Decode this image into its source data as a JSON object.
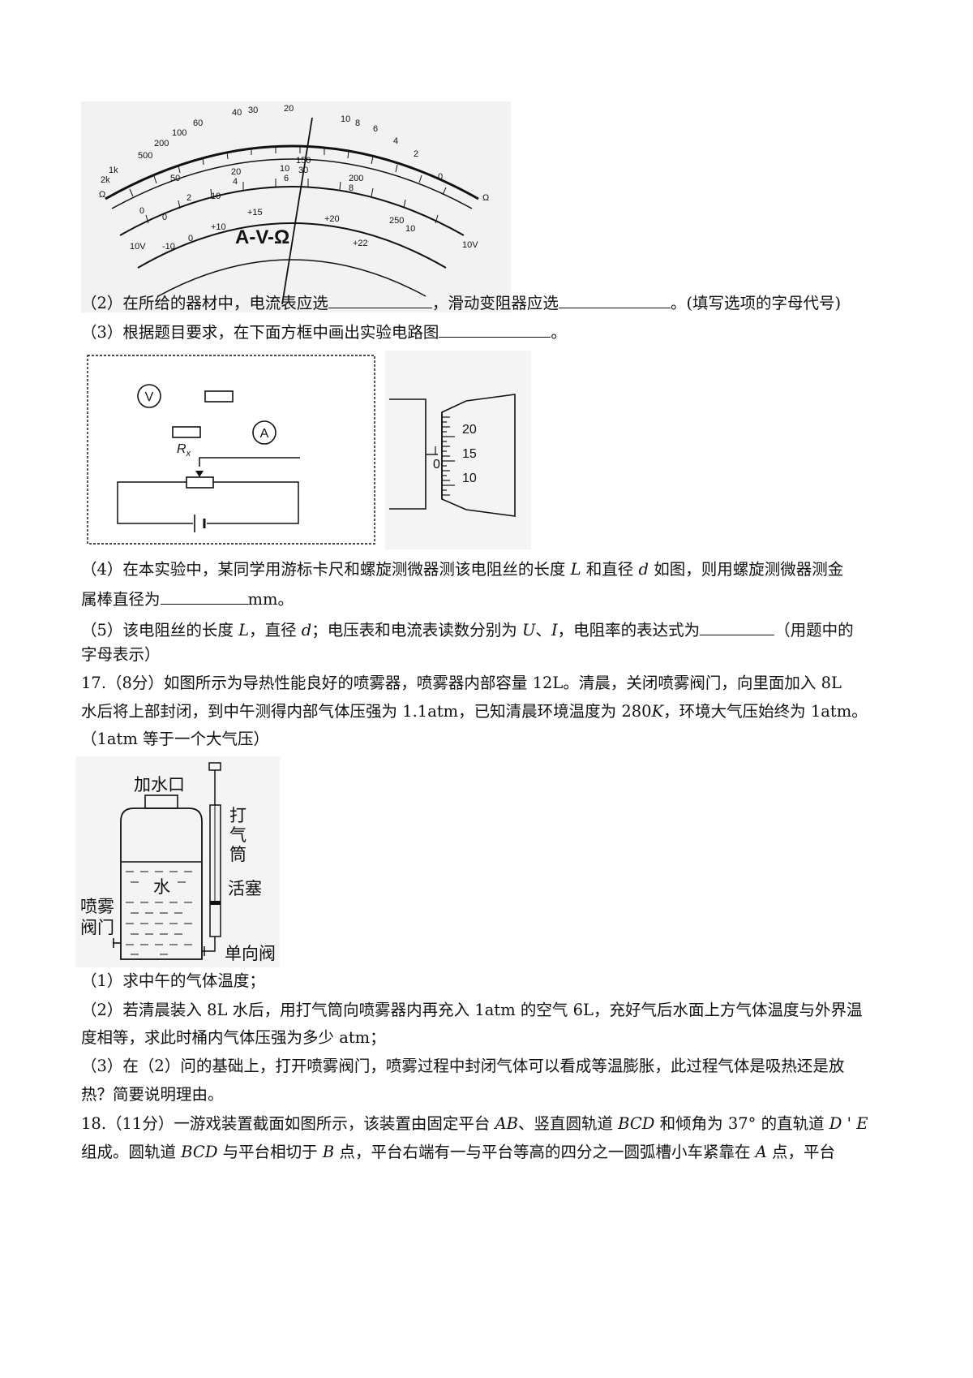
{
  "meter": {
    "ohm_top": [
      "60",
      "40",
      "30",
      "20",
      "10",
      "8",
      "6",
      "4",
      "2",
      "0"
    ],
    "ohm_left": [
      "100",
      "200",
      "500",
      "1k",
      "2k"
    ],
    "omega_sym": "Ω",
    "dc_mid": [
      "50",
      "20",
      "4",
      "10",
      "6",
      "150",
      "30",
      "200",
      "8",
      "250",
      "10"
    ],
    "ac_mid": [
      "0",
      "0",
      "2",
      "10"
    ],
    "dc_low": [
      "-10",
      "0",
      "+10",
      "+15",
      "+20",
      "+22"
    ],
    "range_left": "10V",
    "range_right": "10V",
    "label": "A-V-Ω"
  },
  "q16_2": {
    "text_a": "（2）在所给的器材中，电流表应选",
    "text_b": "，滑动变阻器应选",
    "text_c": "。(填写选项的字母代号)"
  },
  "q16_3": {
    "text_a": "（3）根据题目要求，在下面方框中画出实验电路图",
    "text_b": "。"
  },
  "circuit": {
    "voltmeter": "V",
    "ammeter": "A",
    "resistor_label": "R",
    "resistor_sub": "x"
  },
  "micrometer": {
    "thimble_labels": [
      "20",
      "15",
      "10"
    ],
    "sleeve_zero": "0"
  },
  "q16_4": {
    "line1_a": "（4）在本实验中，某同学用游标卡尺和螺旋测微器测该电阻丝的长度",
    "sym_L": "L",
    "line1_b": "和直径",
    "sym_d": "d",
    "line1_c": "如图，则用螺旋测微器测金",
    "line2_a": "属棒直径为",
    "line2_b": "mm。"
  },
  "q16_5": {
    "line1_a": "（5）该电阻丝的长度",
    "sym_L": "L",
    "line1_b": "，直径",
    "sym_d": "d",
    "line1_c": "；电压表和电流表读数分别为",
    "sym_U": "U",
    "line1_d": "、",
    "sym_I": "I",
    "line1_e": "，电阻率的表达式为",
    "line1_f": "（用题中的",
    "line2": "字母表示）"
  },
  "q17": {
    "line1": "17.（8分）如图所示为导热性能良好的喷雾器，喷雾器内部容量 12L。清晨，关闭喷雾阀门，向里面加入 8L",
    "line2_a": "水后将上部封闭，到中午测得内部气体压强为 1.1atm，已知清晨环境温度为 280",
    "sym_K": "K",
    "line2_b": "，环境大气压始终为 1atm。",
    "line3": "（1atm 等于一个大气压）"
  },
  "sprayer": {
    "inlet": "加水口",
    "pump": [
      "打",
      "气",
      "筒"
    ],
    "water": "水",
    "piston": "活塞",
    "valve": [
      "喷雾",
      "阀门"
    ],
    "check_valve": "单向阀"
  },
  "q17_parts": {
    "p1": "（1）求中午的气体温度；",
    "p2_line1": "（2）若清晨装入 8L 水后，用打气筒向喷雾器内再充入 1atm 的空气 6L，充好气后水面上方气体温度与外界温",
    "p2_line2": "度相等，求此时桶内气体压强为多少 atm；",
    "p3_line1": "（3）在（2）问的基础上，打开喷雾阀门，喷雾过程中封闭气体可以看成等温膨胀，此过程气体是吸热还是放",
    "p3_line2": "热？简要说明理由。"
  },
  "q18": {
    "line1_a": "18.（11分）一游戏装置截面如图所示，该装置由固定平台",
    "sym_AB": "AB",
    "line1_b": "、竖直圆轨道",
    "sym_BCD": "BCD",
    "line1_c": "和倾角为 37° 的直轨道",
    "sym_DE": "D ' E",
    "line2_a": "组成。圆轨道",
    "sym_BCD2": "BCD",
    "line2_b": "与平台相切于",
    "sym_B": "B",
    "line2_c": "点，平台右端有一与平台等高的四分之一圆弧槽小车紧靠在",
    "sym_A": "A",
    "line2_d": "点，平台"
  }
}
